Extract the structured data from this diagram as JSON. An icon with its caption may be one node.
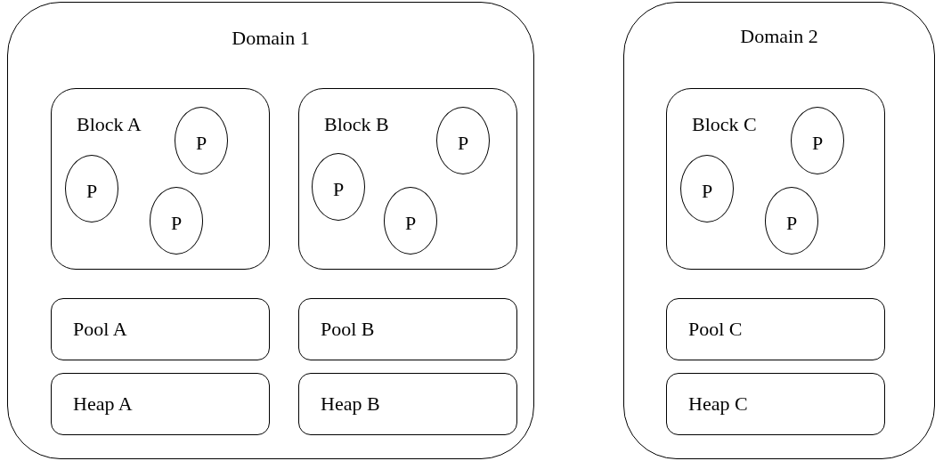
{
  "diagram": {
    "nodes": [
      {
        "text": [
          "Domain 1"
        ]
      },
      {
        "text": [
          "Block A"
        ],
        "in": 0
      },
      {
        "text": [
          "P"
        ],
        "in": 1
      },
      {
        "text": [
          "P"
        ],
        "in": 1
      },
      {
        "text": [
          "P"
        ],
        "in": 1
      },
      {
        "text": [
          "Block B"
        ],
        "in": 0
      },
      {
        "text": [
          "P"
        ],
        "in": 5
      },
      {
        "text": [
          "P"
        ],
        "in": 5
      },
      {
        "text": [
          "P"
        ],
        "in": 5
      },
      {
        "text": [
          "Pool A"
        ],
        "in": 0
      },
      {
        "text": [
          "Pool B"
        ],
        "in": 0
      },
      {
        "text": [
          "Heap A"
        ],
        "in": 0
      },
      {
        "text": [
          "Heap B"
        ],
        "in": 0
      },
      {
        "text": [
          "Domain 2"
        ]
      },
      {
        "text": [
          "Block C"
        ],
        "in": 13
      },
      {
        "text": [
          "P"
        ],
        "in": 14
      },
      {
        "text": [
          "P"
        ],
        "in": 14
      },
      {
        "text": [
          "P"
        ],
        "in": 14
      },
      {
        "text": [
          "Pool C"
        ],
        "in": 13
      },
      {
        "text": [
          "Heap C"
        ],
        "in": 13
      }
    ],
    "edges": []
  }
}
